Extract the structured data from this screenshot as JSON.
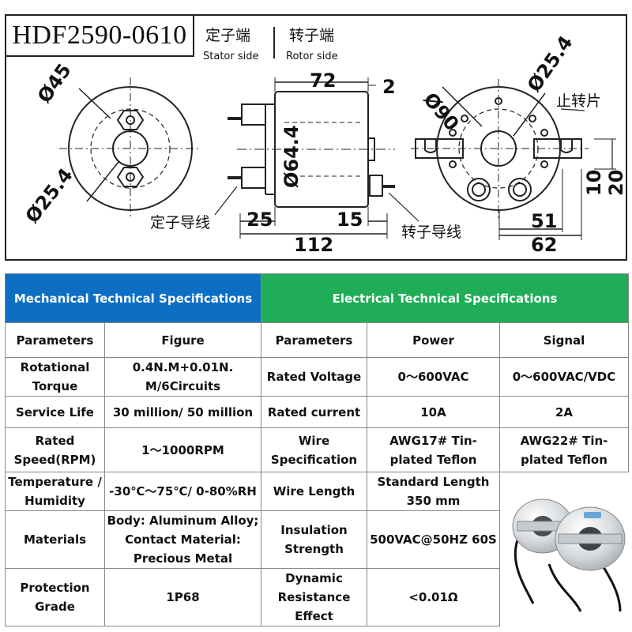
{
  "drawing": {
    "model": "HDF2590-0610",
    "stator_cn": "定子端",
    "stator_en": "Stator side",
    "rotor_cn": "转子端",
    "rotor_en": "Rotor side",
    "dims": {
      "d45": "Ø45",
      "d25_4_left": "Ø25.4",
      "len72": "72",
      "gap2": "2",
      "d64_4": "Ø64.4",
      "len25": "25",
      "len15": "15",
      "len112": "112",
      "d90": "Ø90",
      "d25_4_right": "Ø25.4",
      "h10": "10",
      "h20": "20",
      "w51": "51",
      "w62": "62"
    },
    "labels": {
      "stator_lead": "定子导线",
      "rotor_lead": "转子导线",
      "stop_tab": "止转片"
    }
  },
  "colors": {
    "mechanical_header": "#0d6fc4",
    "electrical_header": "#1fae57"
  },
  "table": {
    "mechanical_title": "Mechanical Technical Specifications",
    "electrical_title": "Electrical Technical Specifications",
    "col_headers": [
      "Parameters",
      "Figure",
      "Parameters",
      "Power",
      "Signal"
    ],
    "rows": [
      {
        "mech_param": "Rotational Torque",
        "mech_value": "0.4N.M+0.01N. M/6Circuits",
        "elec_param": "Rated Voltage",
        "power": "0～600VAC",
        "signal": "0～600VAC/VDC"
      },
      {
        "mech_param": "Service Life",
        "mech_value": "30 million/ 50 million",
        "elec_param": "Rated current",
        "power": "10A",
        "signal": "2A"
      },
      {
        "mech_param": "Rated Speed(RPM)",
        "mech_value": "1～1000RPM",
        "elec_param": "Wire Specification",
        "power": "AWG17# Tin-plated Teflon",
        "signal": "AWG22# Tin-plated Teflon"
      },
      {
        "mech_param": "Temperature / Humidity",
        "mech_value": "-30℃～75℃/ 0-80%RH",
        "elec_param": "Wire Length",
        "power": "Standard Length 350 mm"
      },
      {
        "mech_param": "Materials",
        "mech_value": "Body: Aluminum Alloy; Contact Material: Precious Metal",
        "elec_param": "Insulation Strength",
        "power": "500VAC@50HZ 60S"
      },
      {
        "mech_param": "Protection Grade",
        "mech_value": "1P68",
        "elec_param": "Dynamic Resistance Effect",
        "power": "<0.01Ω"
      }
    ]
  }
}
